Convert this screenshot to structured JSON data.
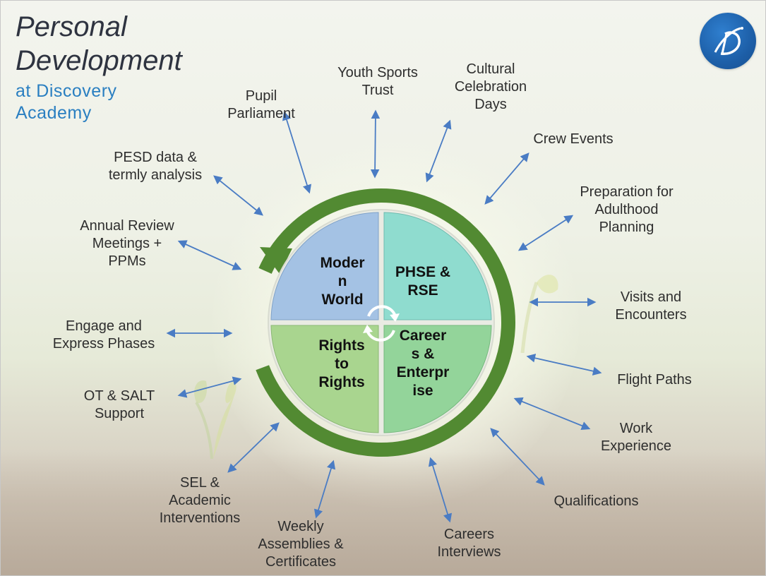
{
  "title": {
    "line1": "Personal",
    "line2": "Development",
    "sub1": "at  Discovery",
    "sub2": "Academy"
  },
  "logo": {
    "icon": "discovery-academy-logo"
  },
  "wheel": {
    "quadrants": {
      "modern_world": "Moder\nn\nWorld",
      "phse_rse": "PHSE &\nRSE",
      "rights_to_rights": "Rights\nto\nRights",
      "careers_enterprise": "Career\ns &\nEnterpr\nise"
    },
    "colors": {
      "ring": "#528a32",
      "modern_world": "#a4c2e4",
      "phse_rse": "#8fdccf",
      "rights_to_rights": "#a9d58f",
      "careers_enterprise": "#93d49a"
    },
    "center_icon": "refresh-cycle-icon"
  },
  "labels": {
    "pupil_parliament": "Pupil\nParliament",
    "youth_sports_trust": "Youth Sports\nTrust",
    "cultural_celebration_days": "Cultural\nCelebration\nDays",
    "crew_events": "Crew Events",
    "preparation_for_adulthood": "Preparation for\nAdulthood\nPlanning",
    "visits_and_encounters": "Visits and\nEncounters",
    "flight_paths": "Flight Paths",
    "work_experience": "Work\nExperience",
    "qualifications": "Qualifications",
    "careers_interviews": "Careers\nInterviews",
    "weekly_assemblies": "Weekly\nAssemblies &\nCertificates",
    "sel_interventions": "SEL &\nAcademic\nInterventions",
    "ot_salt": "OT & SALT\nSupport",
    "engage_express": "Engage and\nExpress Phases",
    "annual_review": "Annual Review\nMeetings +\nPPMs",
    "pesd_data": "PESD data &\ntermly analysis"
  },
  "arrow_color": "#4a7cc4"
}
